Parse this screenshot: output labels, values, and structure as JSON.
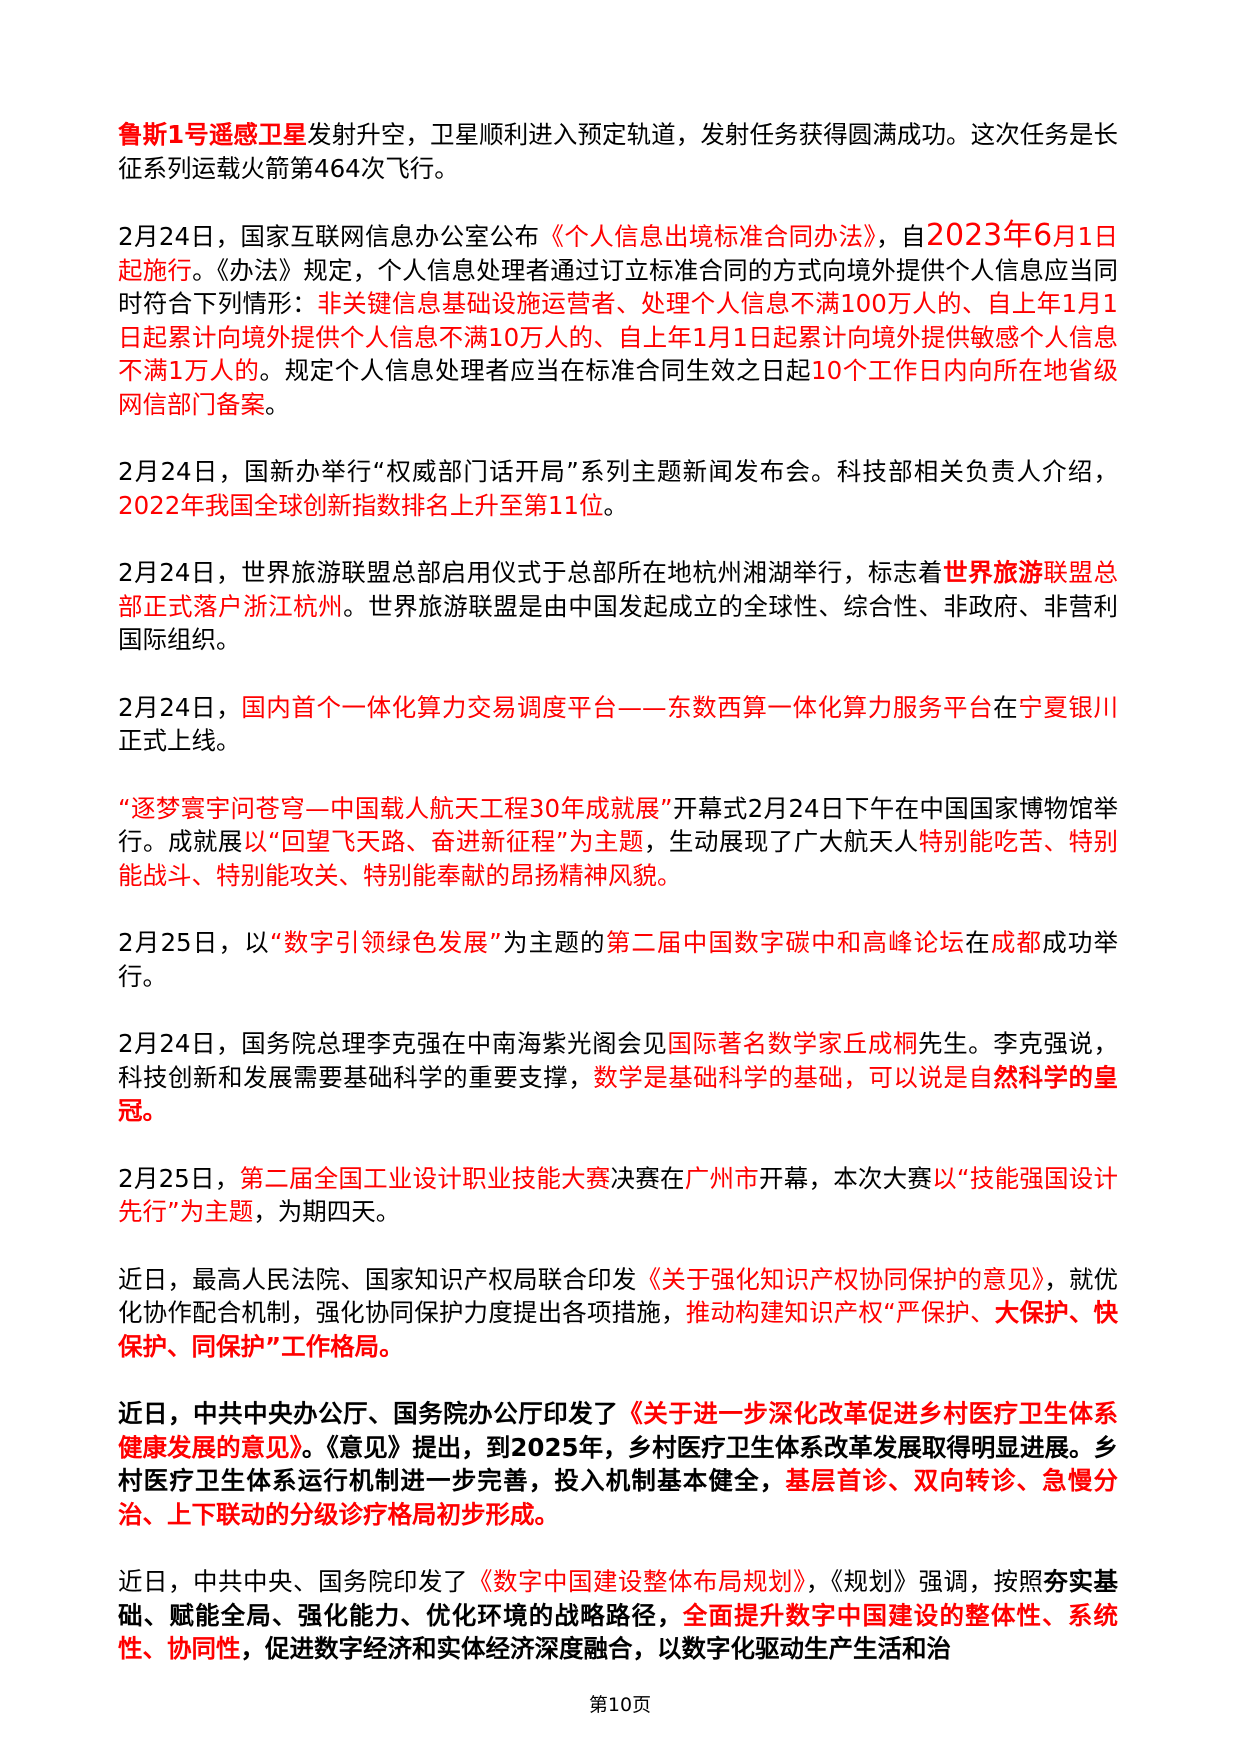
{
  "colors": {
    "highlight": "#ff0000",
    "text": "#000000",
    "background": "#ffffff"
  },
  "paragraphs": [
    {
      "segments": [
        {
          "text": "鲁斯1号遥感卫星",
          "style": "rb"
        },
        {
          "text": "发射升空，卫星顺利进入预定轨道，发射任务获得圆满成功。这次任务是长征系列运载火箭第464次飞行。",
          "style": "n"
        }
      ]
    },
    {
      "segments": [
        {
          "text": "2月24日，国家互联网信息办公室公布",
          "style": "n"
        },
        {
          "text": "《个人信息出境标准合同办法》",
          "style": "r"
        },
        {
          "text": "，自",
          "style": "n"
        },
        {
          "text": "2023年6",
          "style": "rbig"
        },
        {
          "text": "月1日起施行",
          "style": "r"
        },
        {
          "text": "。《办法》规定，个人信息处理者通过订立标准合同的方式向境外提供个人信息应当同时符合下列情形：",
          "style": "n"
        },
        {
          "text": "非关键信息基础设施运营者、处理个人信息不满100万人的、自上年1月1日起累计向境外提供个人信息不满10万人的、自上年1月1日起累计向境外提供敏感个人信息不满1万人的",
          "style": "r"
        },
        {
          "text": "。规定个人信息处理者应当在标准合同生效之日起",
          "style": "n"
        },
        {
          "text": "10个工作日内向所在地省级网信部门备案",
          "style": "r"
        },
        {
          "text": "。",
          "style": "n"
        }
      ]
    },
    {
      "segments": [
        {
          "text": "2月24日，国新办举行“权威部门话开局”系列主题新闻发布会。科技部相关负责人介绍，",
          "style": "n"
        },
        {
          "text": "2022年我国全球创新指数排名上升至第11位",
          "style": "r"
        },
        {
          "text": "。",
          "style": "n"
        }
      ]
    },
    {
      "segments": [
        {
          "text": "2月24日，世界旅游联盟总部启用仪式于总部所在地杭州湘湖举行，标志着",
          "style": "n"
        },
        {
          "text": "世界旅游",
          "style": "rb"
        },
        {
          "text": "联盟总部正式落户浙江杭州",
          "style": "r"
        },
        {
          "text": "。世界旅游联盟是由中国发起成立的全球性、综合性、非政府、非营利国际组织。",
          "style": "n"
        }
      ]
    },
    {
      "segments": [
        {
          "text": "2月24日，",
          "style": "n"
        },
        {
          "text": "国内首个一体化算力交易调度平台——东数西算一体化算力服务平台",
          "style": "r"
        },
        {
          "text": "在",
          "style": "n"
        },
        {
          "text": "宁夏银川",
          "style": "r"
        },
        {
          "text": "正式上线。",
          "style": "n"
        }
      ]
    },
    {
      "segments": [
        {
          "text": "“逐梦寰宇问苍穹—中国载人航天工程30年成就展”",
          "style": "r"
        },
        {
          "text": "开幕式2月24日下午在中国国家博物馆举行。成就展",
          "style": "n"
        },
        {
          "text": "以“回望飞天路、奋进新征程”为主题",
          "style": "r"
        },
        {
          "text": "，生动展现了广大航天人",
          "style": "n"
        },
        {
          "text": "特别能吃苦、特别能战斗、特别能攻关、特别能奉献的昂扬精神风貌。",
          "style": "r"
        }
      ]
    },
    {
      "segments": [
        {
          "text": "2月25日，以",
          "style": "n"
        },
        {
          "text": "“数字引领绿色发展”",
          "style": "r"
        },
        {
          "text": "为主题的",
          "style": "n"
        },
        {
          "text": "第二届中国数字碳中和高峰论坛",
          "style": "r"
        },
        {
          "text": "在",
          "style": "n"
        },
        {
          "text": "成都",
          "style": "r"
        },
        {
          "text": "成功举行。",
          "style": "n"
        }
      ]
    },
    {
      "segments": [
        {
          "text": "2月24日，国务院总理李克强在中南海紫光阁会见",
          "style": "n"
        },
        {
          "text": "国际著名数学家丘成桐",
          "style": "r"
        },
        {
          "text": "先生。李克强说，科技创新和发展需要基础科学的重要支撑，",
          "style": "n"
        },
        {
          "text": "数学是基础科学的基础，可以说是自",
          "style": "r"
        },
        {
          "text": "然科学的皇冠。",
          "style": "rb"
        }
      ]
    },
    {
      "segments": [
        {
          "text": "2月25日，",
          "style": "n"
        },
        {
          "text": "第二届全国工业设计职业技能大赛",
          "style": "r"
        },
        {
          "text": "决赛在",
          "style": "n"
        },
        {
          "text": "广州市",
          "style": "r"
        },
        {
          "text": "开幕，本次大赛",
          "style": "n"
        },
        {
          "text": "以“技能强国设计先行”为主题",
          "style": "r"
        },
        {
          "text": "，为期四天。",
          "style": "n"
        }
      ]
    },
    {
      "segments": [
        {
          "text": "近日，最高人民法院、国家知识产权局联合印发",
          "style": "n"
        },
        {
          "text": "《关于强化知识产权协同保护的意见》",
          "style": "r"
        },
        {
          "text": "，就优化协作配合机制，强化协同保护力度提出各项措施，",
          "style": "n"
        },
        {
          "text": "推动构建知识产权“严保护、",
          "style": "r"
        },
        {
          "text": "大保护、快保护、同保护”工作格局。",
          "style": "rb"
        }
      ]
    },
    {
      "segments": [
        {
          "text": "近日，中共中央办公厅、国务院办公厅印发了",
          "style": "b"
        },
        {
          "text": "《关于进一步深化改革促进乡村医疗卫生体系健康发展的意见》",
          "style": "rb"
        },
        {
          "text": "。《意见》提出，到2025年，乡村医疗卫生体系改革发展取得明显进展。乡村医疗卫生体系运行机制进一步完善，投入机制基本健全，",
          "style": "b"
        },
        {
          "text": "基层首诊、双向转诊、急慢分治、上下联动的分级诊疗格局初步形成。",
          "style": "rb"
        }
      ]
    },
    {
      "segments": [
        {
          "text": "近日，中共中央、国务院印发了",
          "style": "n"
        },
        {
          "text": "《数字中国建设整体布局规划》",
          "style": "r"
        },
        {
          "text": "，《规划》强调，按照",
          "style": "n"
        },
        {
          "text": "夯实基础、赋能全局、强化能力、优化环境的战略路径，",
          "style": "b"
        },
        {
          "text": "全面提升数字中国建设的整体性、系统性、协同性",
          "style": "rb"
        },
        {
          "text": "，促进数字经济和实体经济深度融合，以数字化驱动生产生活和治",
          "style": "b"
        }
      ]
    }
  ],
  "footer": {
    "page_label": "第10页"
  }
}
